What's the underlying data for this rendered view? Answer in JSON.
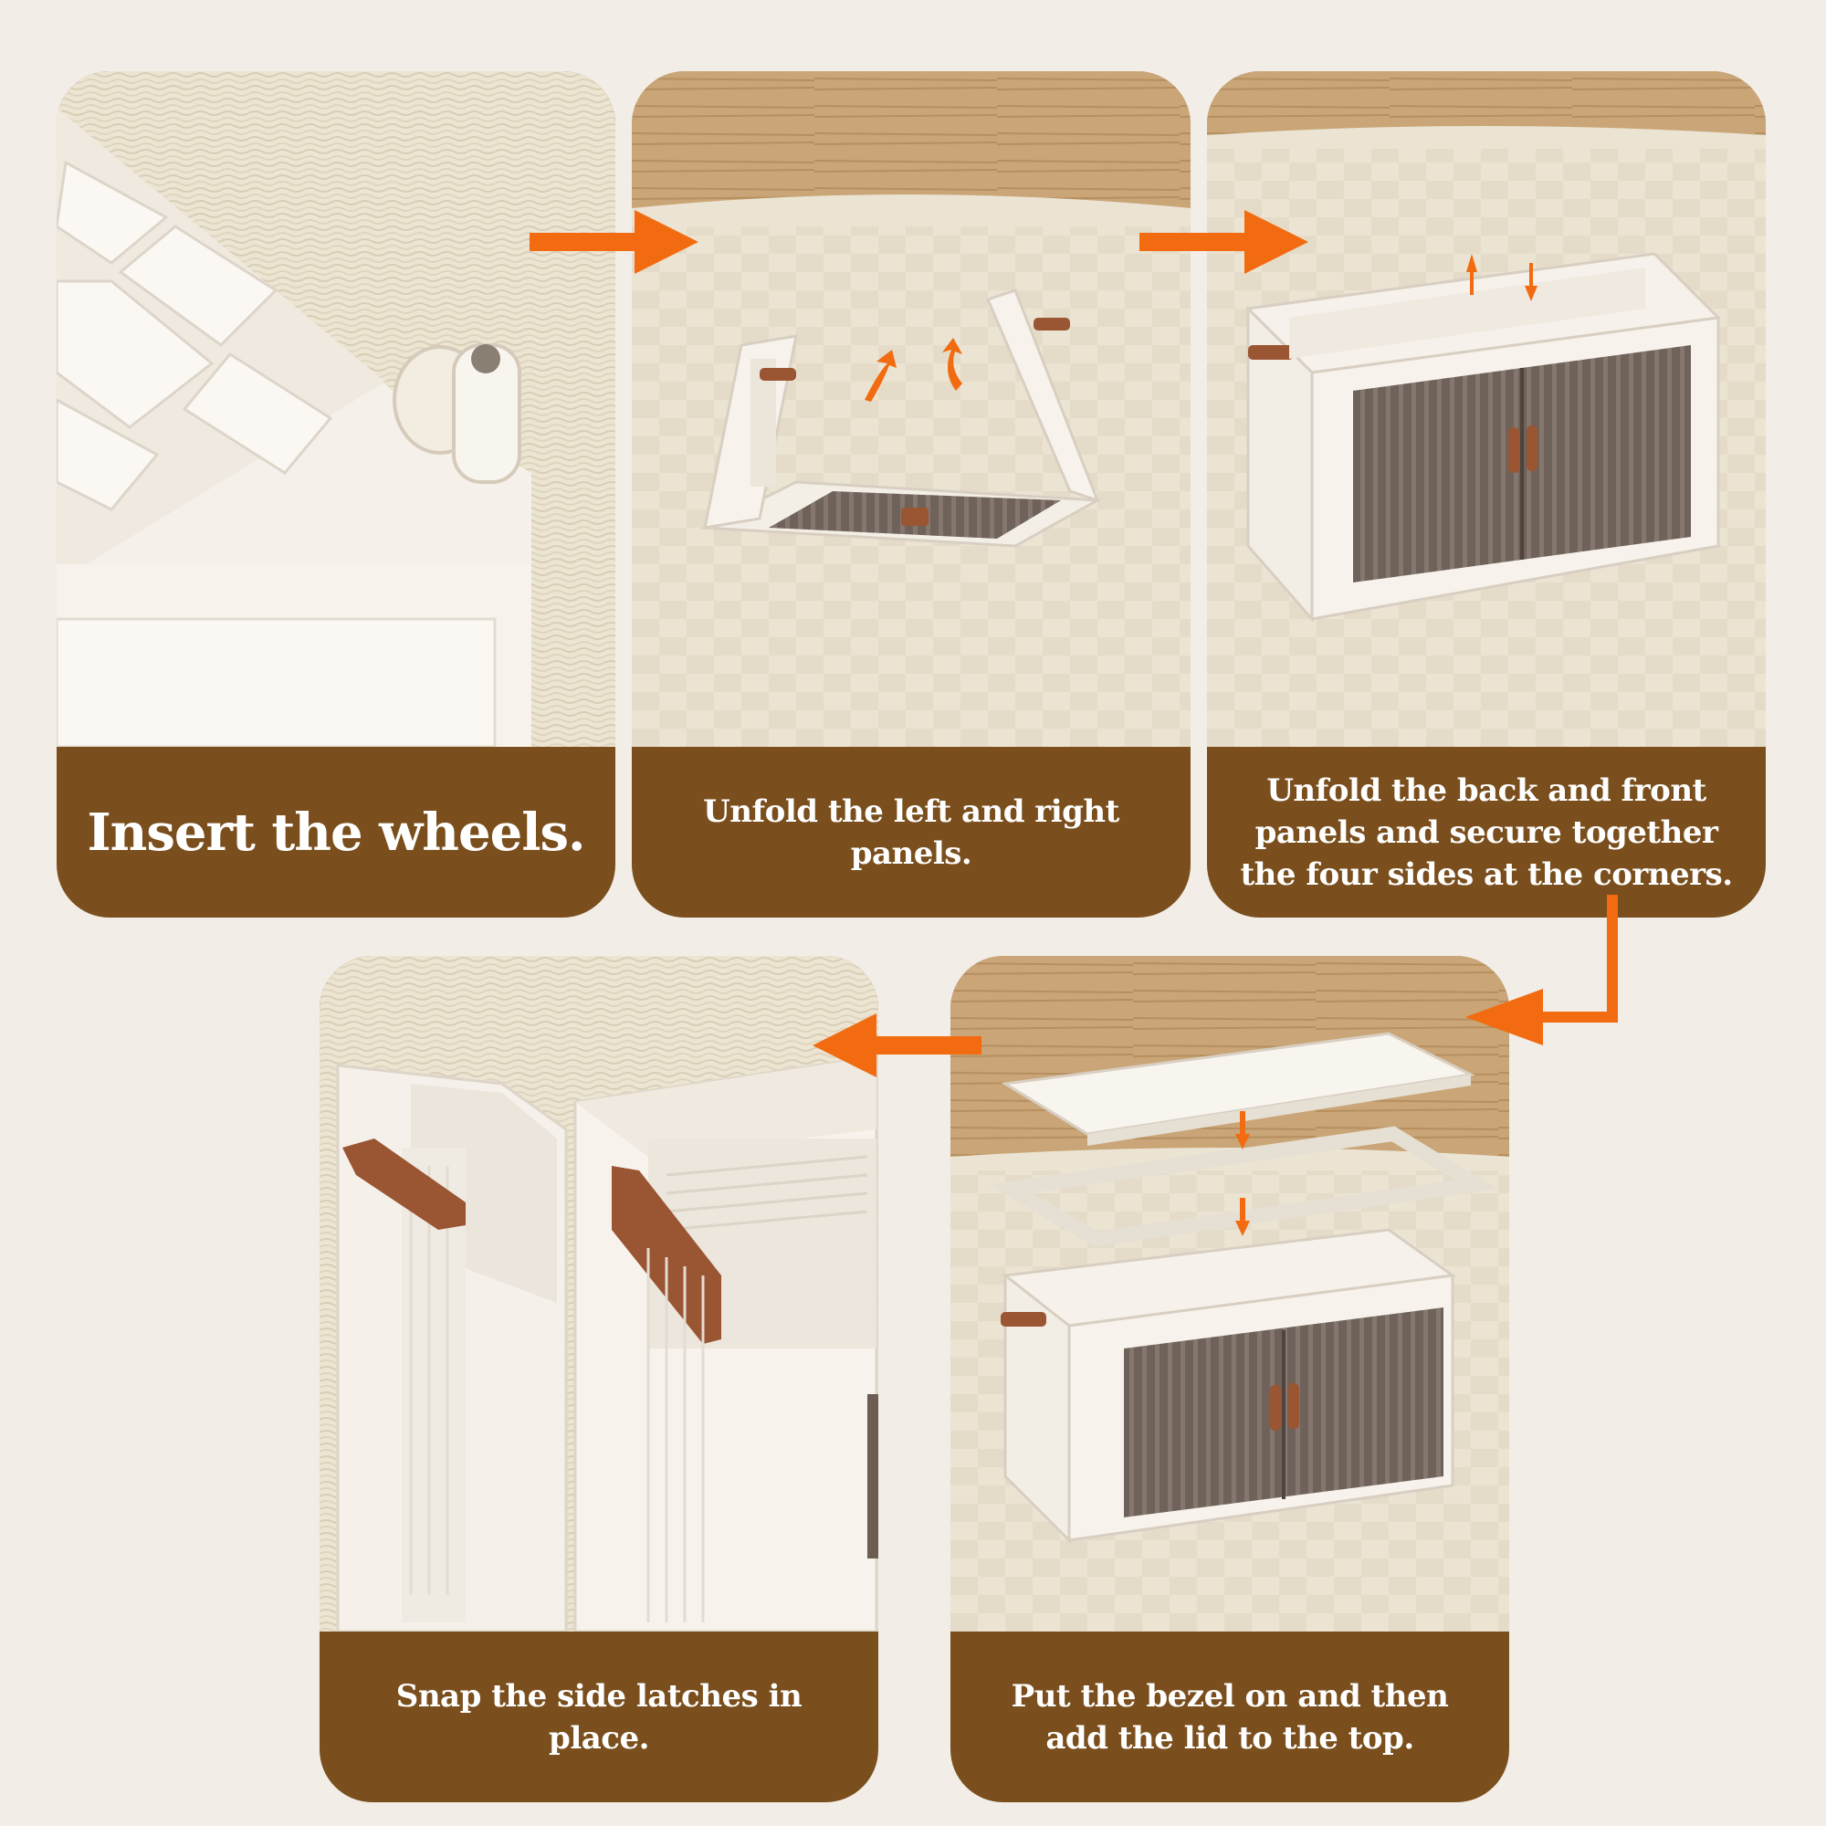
{
  "steps": [
    {
      "caption": "Insert the wheels."
    },
    {
      "caption": "Unfold the left and right panels."
    },
    {
      "caption": "Unfold the back and front panels and secure together the four sides at the corners."
    },
    {
      "caption": "Put the bezel on and then add the lid to the top."
    },
    {
      "caption": "Snap the side latches in place."
    }
  ],
  "colors": {
    "background": "#f2ede7",
    "caption_bg": "#7a4f1d",
    "arrow": "#f26b10",
    "box": "#f4efe6",
    "door": "#6b5d52",
    "handle": "#9a5533"
  }
}
